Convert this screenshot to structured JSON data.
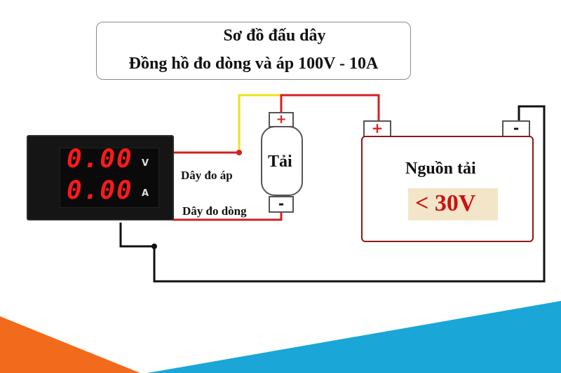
{
  "title": {
    "line1": "Sơ đồ đấu dây",
    "line2": "Đồng hồ đo dòng và áp 100V - 10A"
  },
  "meter": {
    "voltage_reading": "0.00",
    "current_reading": "0.00",
    "voltage_unit": "V",
    "current_unit": "A"
  },
  "wire_labels": {
    "voltage_wire": "Dây đo áp",
    "current_wire": "Dây đo dòng"
  },
  "load": {
    "label": "Tải",
    "plus_terminal": "+",
    "minus_terminal": "-"
  },
  "source": {
    "label": "Nguồn tải",
    "voltage": "< 30V",
    "plus_terminal": "+",
    "minus_terminal": "-"
  },
  "colors": {
    "red_wire": "#d42020",
    "yellow_wire": "#f2e21a",
    "black_wire": "#111111",
    "accent_orange": "#f26a1b",
    "accent_blue": "#1aa6d6"
  }
}
